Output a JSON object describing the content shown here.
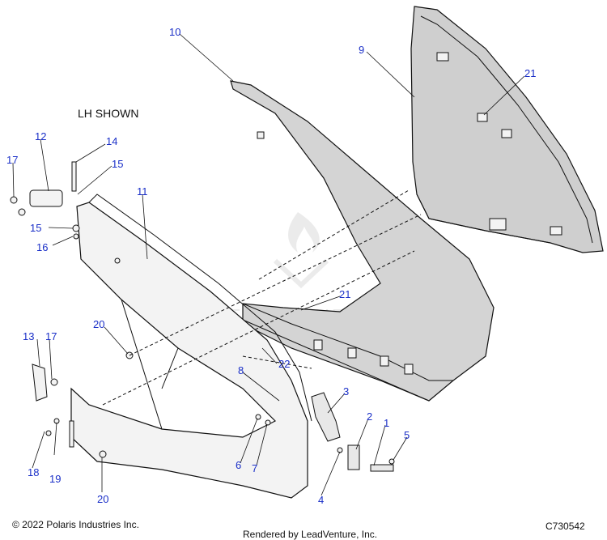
{
  "diagram": {
    "note": "LH SHOWN",
    "callouts": [
      "10",
      "9",
      "21",
      "12",
      "14",
      "17",
      "15",
      "11",
      "15",
      "16",
      "20",
      "21",
      "13",
      "17",
      "22",
      "8",
      "3",
      "2",
      "1",
      "5",
      "6",
      "7",
      "18",
      "19",
      "4",
      "20"
    ]
  },
  "footer": {
    "copyright": "© 2022 Polaris Industries Inc.",
    "rendered_by": "Rendered by LeadVenture, Inc.",
    "code": "C730542"
  },
  "watermark": "LEADVENTURE",
  "colors": {
    "callout": "#1a2fc8",
    "line": "#111111",
    "part_fill": "#f3f3f3",
    "panel_fill": "#d4d4d4"
  }
}
